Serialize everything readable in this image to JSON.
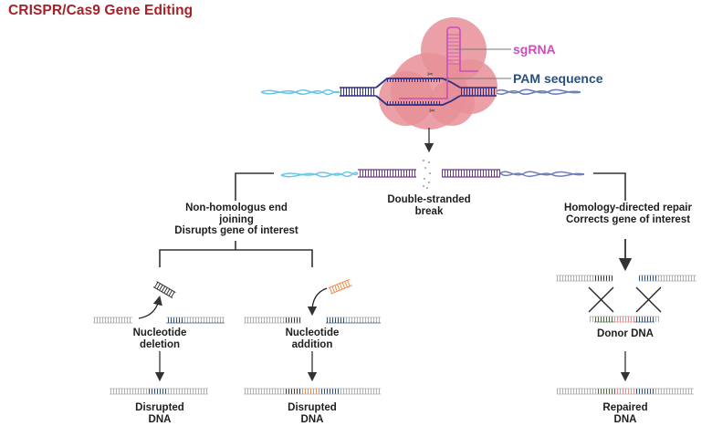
{
  "title": "CRISPR/Cas9 Gene Editing",
  "callouts": {
    "sgrna": "sgRNA",
    "pam": "PAM sequence"
  },
  "labels": {
    "double_break_1": "Double-stranded",
    "double_break_2": "break",
    "nhej_1": "Non-homologus end",
    "nhej_2": "joining",
    "nhej_3": "Disrupts gene of interest",
    "hdr_1": "Homology-directed repair",
    "hdr_2": "Corrects gene of interest",
    "deletion_1": "Nucleotide",
    "deletion_2": "deletion",
    "addition_1": "Nucleotide",
    "addition_2": "addition",
    "donor": "Donor DNA",
    "disrupted1_1": "Disrupted",
    "disrupted1_2": "DNA",
    "disrupted2_1": "Disrupted",
    "disrupted2_2": "DNA",
    "repaired_1": "Repaired",
    "repaired_2": "DNA"
  },
  "colors": {
    "title": "#a5212a",
    "sgrna": "#c94fb8",
    "pam": "#2a4f7e",
    "cas9": "#e88f98",
    "dna_dark": "#2b2f86",
    "helix_left": "#6ec6e6",
    "helix_right": "#6f7fb8",
    "insert_orange": "#f08a4b",
    "insert_red": "#e68a90",
    "insert_green": "#4a6a3a",
    "purple_strand": "#6a3a8a"
  }
}
